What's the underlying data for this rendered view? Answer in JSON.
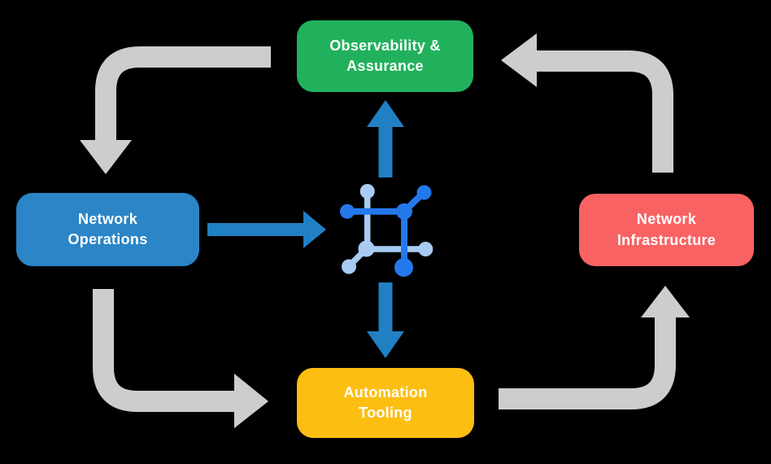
{
  "diagram": {
    "background": "#000000",
    "nodes": {
      "observability": {
        "label": "Observability &\nAssurance",
        "color": "#21B15C"
      },
      "network_operations": {
        "label": "Network\nOperations",
        "color": "#2B85C6"
      },
      "network_infrastructure": {
        "label": "Network\nInfrastructure",
        "color": "#F96262"
      },
      "automation_tooling": {
        "label": "Automation\nTooling",
        "color": "#FDBE12"
      }
    },
    "center_icon": {
      "name": "network-mesh-icon",
      "dark_color": "#2379EC",
      "light_color": "#A8CBF4"
    },
    "cycle_arrows": {
      "color": "#CDCDCD",
      "flows": [
        {
          "from": "observability",
          "to": "network_operations"
        },
        {
          "from": "network_operations",
          "to": "automation_tooling"
        },
        {
          "from": "automation_tooling",
          "to": "network_infrastructure"
        },
        {
          "from": "network_infrastructure",
          "to": "observability"
        }
      ]
    },
    "blue_arrows": {
      "color": "#2180C4",
      "flows": [
        {
          "from": "network_operations",
          "to": "center"
        },
        {
          "from": "center",
          "to": "observability"
        },
        {
          "from": "center",
          "to": "automation_tooling"
        }
      ]
    }
  }
}
